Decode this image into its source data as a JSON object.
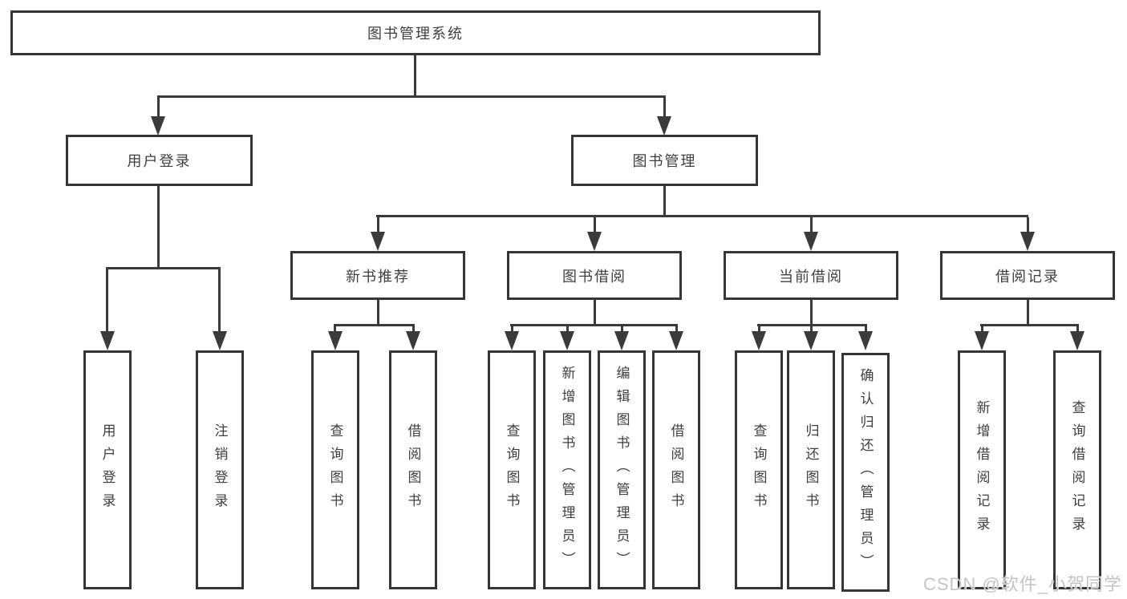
{
  "nodes": {
    "root": "图书管理系统",
    "level2": [
      "用户登录",
      "图书管理"
    ],
    "level3": [
      "新书推荐",
      "图书借阅",
      "当前借阅",
      "借阅记录"
    ],
    "leaves": {
      "user_login": [
        "用户登录",
        "注销登录"
      ],
      "new_books": [
        "查询图书",
        "借阅图书"
      ],
      "book_borrow": [
        "查询图书",
        "新增图书（管理员）",
        "编辑图书（管理员）",
        "借阅图书"
      ],
      "current_borrow": [
        "查询图书",
        "归还图书",
        "确认归还（管理员）"
      ],
      "borrow_records": [
        "新增借阅记录",
        "查询借阅记录"
      ]
    }
  },
  "watermark": "CSDN @软件_小贺同学",
  "colors": {
    "line": "#3a3a3a",
    "border": "#363636",
    "fill": "#ffffff",
    "text": "#3f3f3f",
    "watermark": "#c4c4c4",
    "background": "#ffffff"
  }
}
